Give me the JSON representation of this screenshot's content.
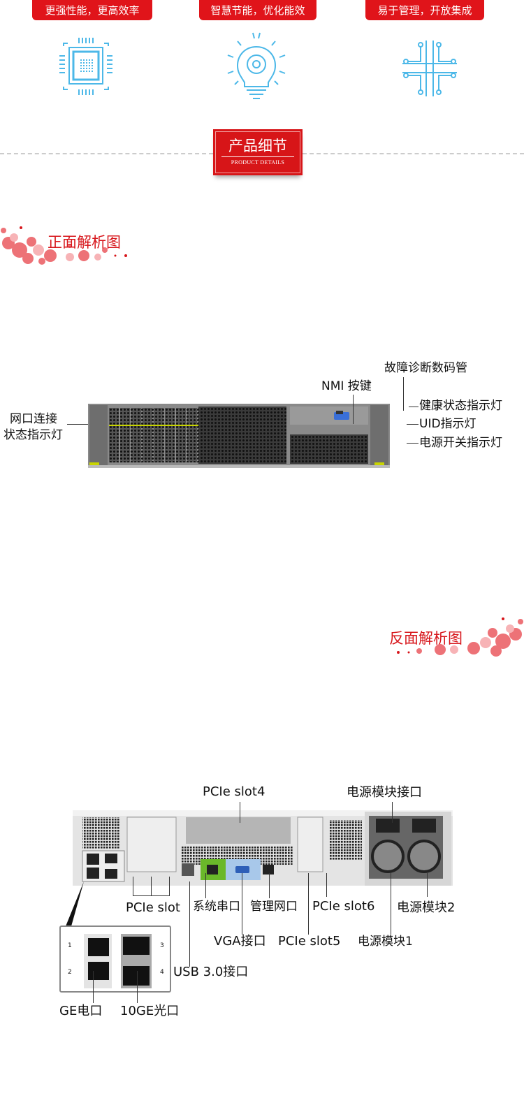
{
  "features": [
    {
      "label": "更强性能，更高效率",
      "icon": "cpu-chip-icon"
    },
    {
      "label": "智慧节能，优化能效",
      "icon": "lightbulb-gear-icon"
    },
    {
      "label": "易于管理，开放集成",
      "icon": "circuit-icon"
    }
  ],
  "section_header": {
    "title": "产品细节",
    "subtitle": "PRODUCT DETAILS"
  },
  "front": {
    "title": "正面解析图",
    "labels": {
      "diag": "故障诊断数码管",
      "nmi": "NMI 按键",
      "health": "健康状态指示灯",
      "uid": "UID指示灯",
      "power": "电源开关指示灯",
      "net_line1": "网口连接",
      "net_line2": "状态指示灯"
    }
  },
  "rear": {
    "title": "反面解析图",
    "labels": {
      "pcie4": "PCIe slot4",
      "psu_port": "电源模块接口",
      "pcie": "PCIe slot",
      "serial": "系统串口",
      "mgmt": "管理网口",
      "pcie6": "PCIe slot6",
      "psu2": "电源模块2",
      "vga": "VGA接口",
      "pcie5": "PCIe slot5",
      "psu1": "电源模块1",
      "usb": "USB 3.0接口",
      "ge": "GE电口",
      "10ge": "10GE光口"
    },
    "inset_ports": [
      "1",
      "2",
      "3",
      "4"
    ]
  },
  "colors": {
    "accent": "#e0141a",
    "icon": "#4cb8e8"
  }
}
